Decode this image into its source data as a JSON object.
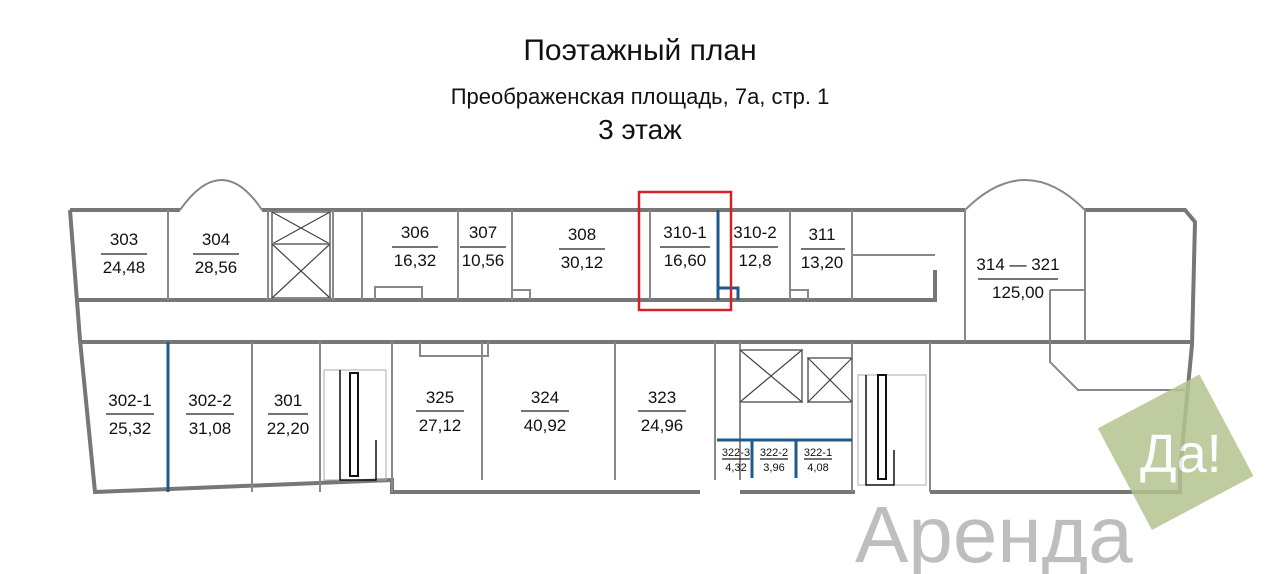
{
  "header": {
    "title": "Поэтажный план",
    "address": "Преображенская площадь, 7а, стр. 1",
    "floor": "3 этаж"
  },
  "rooms": [
    {
      "number": "303",
      "area": "24,48"
    },
    {
      "number": "304",
      "area": "28,56"
    },
    {
      "number": "306",
      "area": "16,32"
    },
    {
      "number": "307",
      "area": "10,56"
    },
    {
      "number": "308",
      "area": "30,12"
    },
    {
      "number": "310-1",
      "area": "16,60"
    },
    {
      "number": "310-2",
      "area": "12,8"
    },
    {
      "number": "311",
      "area": "13,20"
    },
    {
      "number": "314 — 321",
      "area": "125,00"
    },
    {
      "number": "302-1",
      "area": "25,32"
    },
    {
      "number": "302-2",
      "area": "31,08"
    },
    {
      "number": "301",
      "area": "22,20"
    },
    {
      "number": "325",
      "area": "27,12"
    },
    {
      "number": "324",
      "area": "40,92"
    },
    {
      "number": "323",
      "area": "24,96"
    },
    {
      "number": "322-3",
      "area": "4,32"
    },
    {
      "number": "322-2",
      "area": "3,96"
    },
    {
      "number": "322-1",
      "area": "4,08"
    }
  ],
  "highlighted_room": "310-1",
  "watermark": {
    "text": "Аренда",
    "badge": "Да!"
  },
  "colors": {
    "highlight": "#d62028",
    "partition": "#1f5a8c",
    "wall": "#777777",
    "watermark_green": "#b5c48f",
    "watermark_grey": "#9a9a9a"
  }
}
